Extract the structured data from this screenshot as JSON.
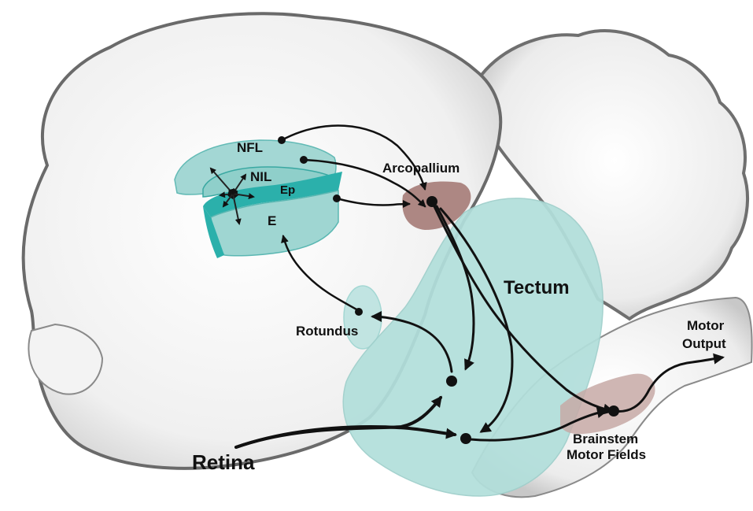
{
  "labels": {
    "nfl": "NFL",
    "nil": "NIL",
    "ep": "Ep",
    "e": "E",
    "arcopallium": "Arcopallium",
    "tectum": "Tectum",
    "rotundus": "Rotundus",
    "motor_output_1": "Motor",
    "motor_output_2": "Output",
    "brainstem_1": "Brainstem",
    "brainstem_2": "Motor Fields",
    "retina": "Retina"
  },
  "colors": {
    "brain": "#f1f1f1",
    "brain_outline": "#7a7a7a",
    "teal_region": "#9fd6d2",
    "teal_dark": "#2bb0ab",
    "arcopallium": "#a9817c",
    "brainstem": "#c7a9a6",
    "arrows": "#111111"
  }
}
